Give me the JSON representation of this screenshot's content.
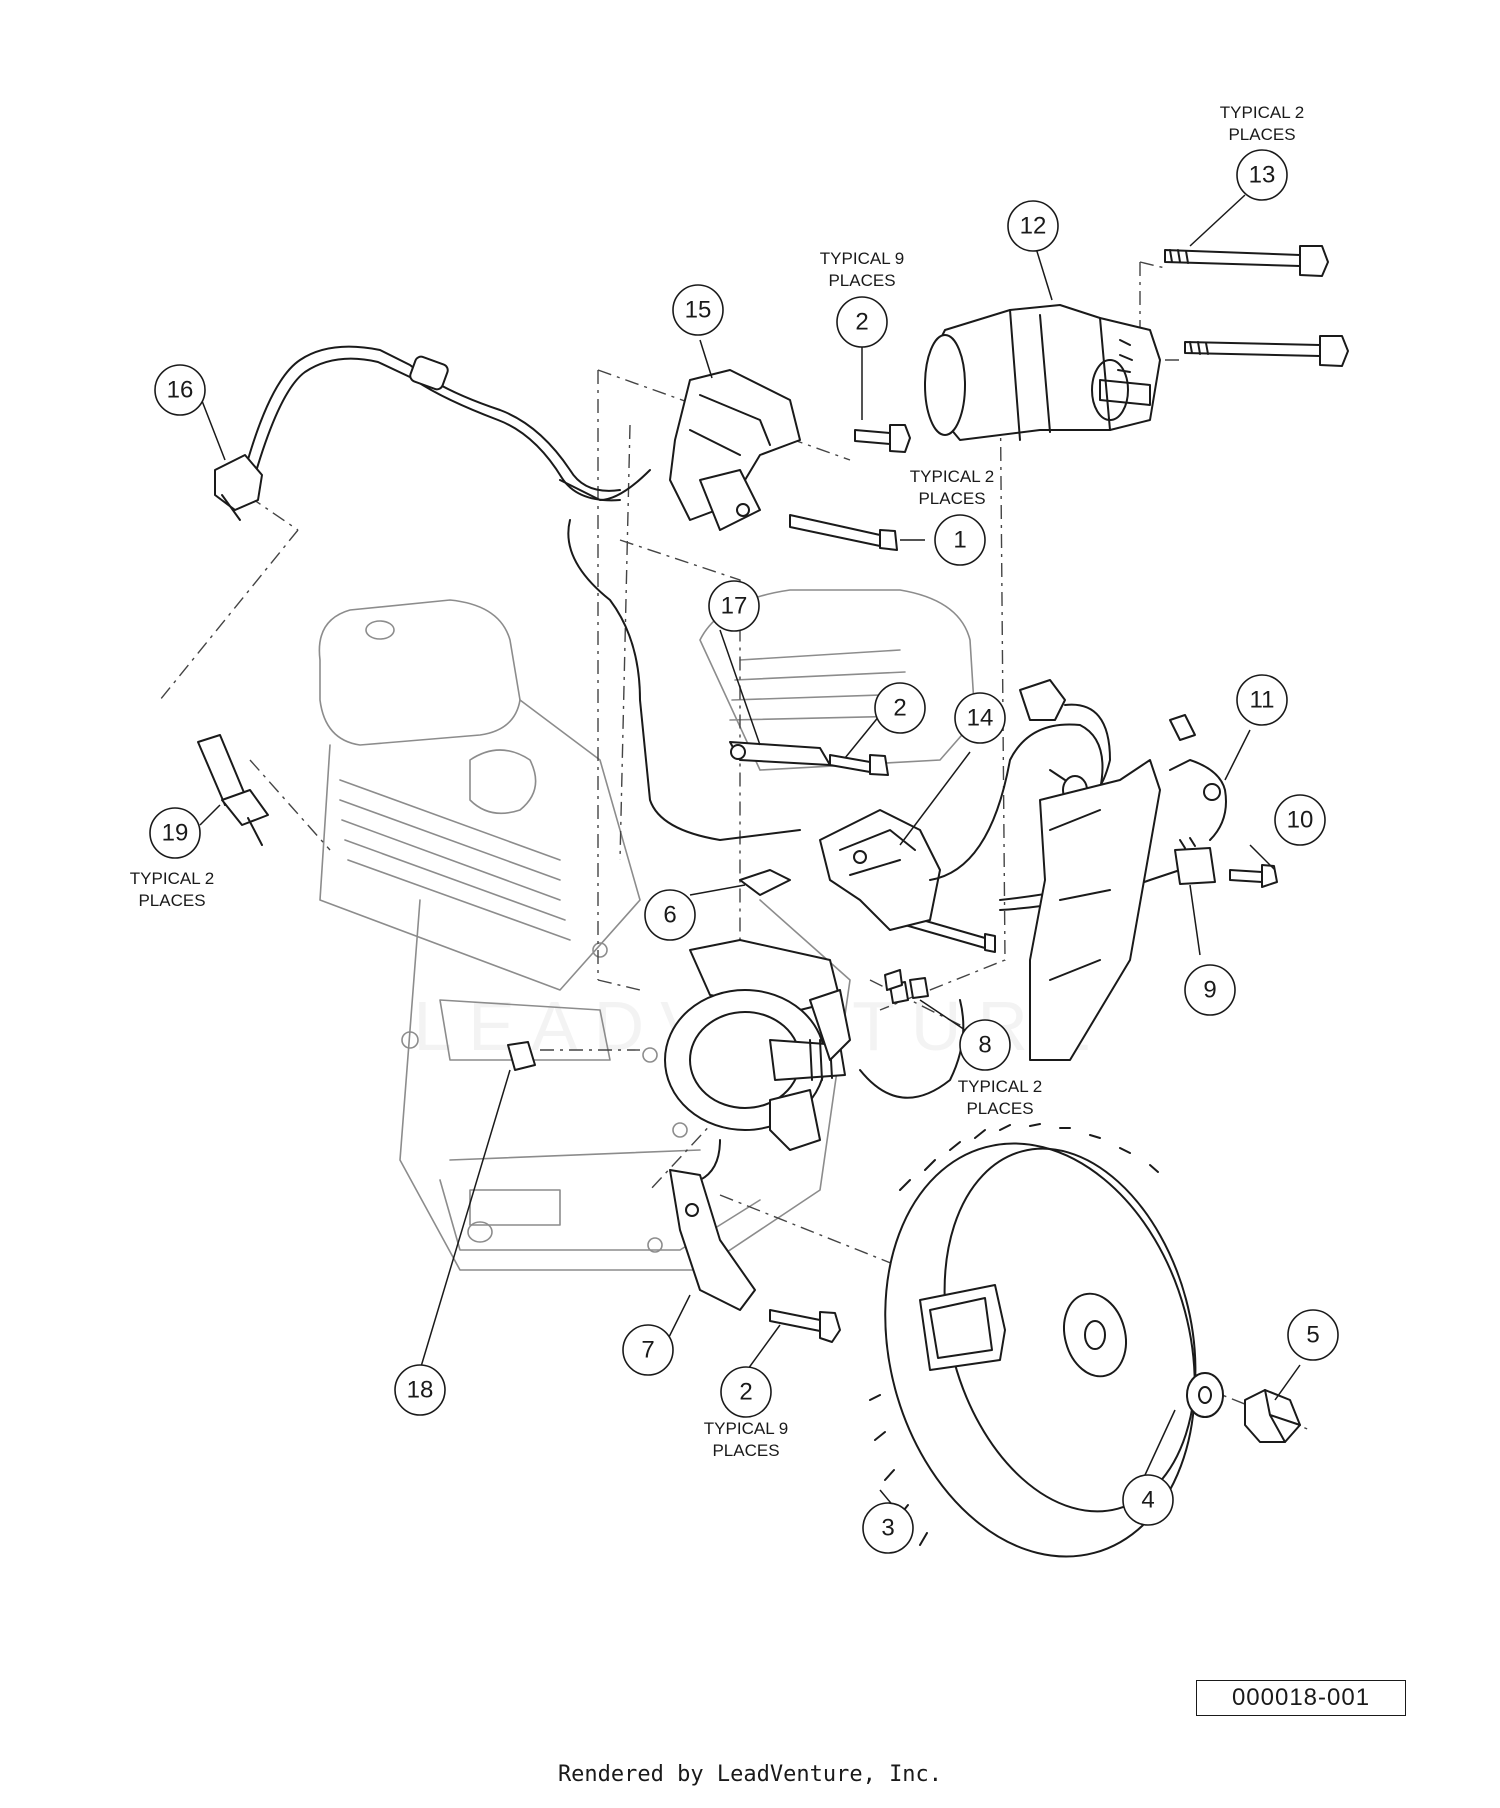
{
  "callouts": [
    {
      "id": "1",
      "label": "1"
    },
    {
      "id": "2",
      "label": "2"
    },
    {
      "id": "2b",
      "label": "2"
    },
    {
      "id": "2c",
      "label": "2"
    },
    {
      "id": "3",
      "label": "3"
    },
    {
      "id": "4",
      "label": "4"
    },
    {
      "id": "5",
      "label": "5"
    },
    {
      "id": "6",
      "label": "6"
    },
    {
      "id": "7",
      "label": "7"
    },
    {
      "id": "8",
      "label": "8"
    },
    {
      "id": "9",
      "label": "9"
    },
    {
      "id": "10",
      "label": "10"
    },
    {
      "id": "11",
      "label": "11"
    },
    {
      "id": "12",
      "label": "12"
    },
    {
      "id": "13",
      "label": "13"
    },
    {
      "id": "14",
      "label": "14"
    },
    {
      "id": "15",
      "label": "15"
    },
    {
      "id": "16",
      "label": "16"
    },
    {
      "id": "17",
      "label": "17"
    },
    {
      "id": "18",
      "label": "18"
    },
    {
      "id": "19",
      "label": "19"
    }
  ],
  "notes": [
    {
      "id": "n13",
      "lines": [
        "TYPICAL 2",
        "PLACES"
      ]
    },
    {
      "id": "n2top",
      "lines": [
        "TYPICAL 9",
        "PLACES"
      ]
    },
    {
      "id": "n1",
      "lines": [
        "TYPICAL 2",
        "PLACES"
      ]
    },
    {
      "id": "n19",
      "lines": [
        "TYPICAL 2",
        "PLACES"
      ]
    },
    {
      "id": "n8",
      "lines": [
        "TYPICAL 2",
        "PLACES"
      ]
    },
    {
      "id": "n2bottom",
      "lines": [
        "TYPICAL 9",
        "PLACES"
      ]
    }
  ],
  "watermark": "LEADVENTURE",
  "diagram_id": "000018-001",
  "footer": "Rendered by LeadVenture, Inc."
}
